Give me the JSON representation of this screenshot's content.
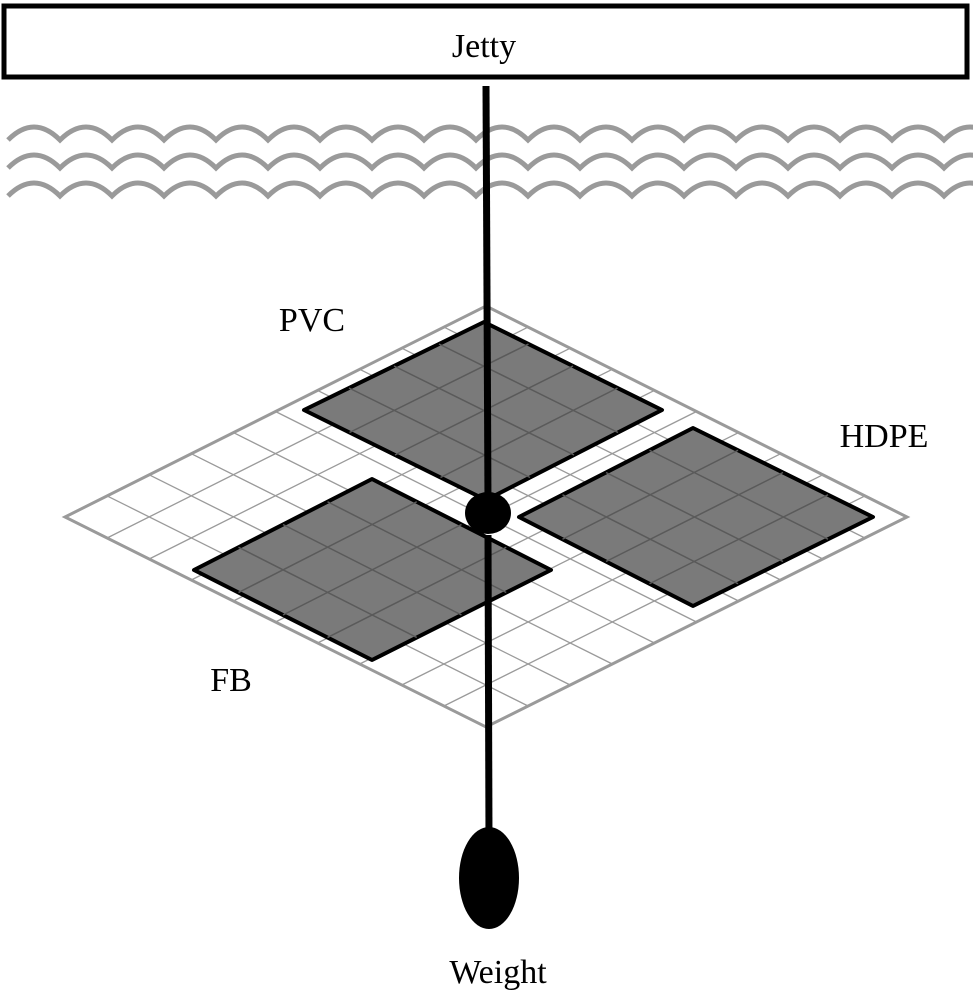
{
  "diagram": {
    "jetty": {
      "label": "Jetty"
    },
    "panels": {
      "pvc": {
        "label": "PVC"
      },
      "hdpe": {
        "label": "HDPE"
      },
      "fb": {
        "label": "FB"
      }
    },
    "weight": {
      "label": "Weight"
    },
    "colors": {
      "line": "#000000",
      "grid": "#9a9a9a",
      "panel_fill": "#7a7a7a",
      "water": "#9a9a9a",
      "background": "#ffffff"
    }
  }
}
